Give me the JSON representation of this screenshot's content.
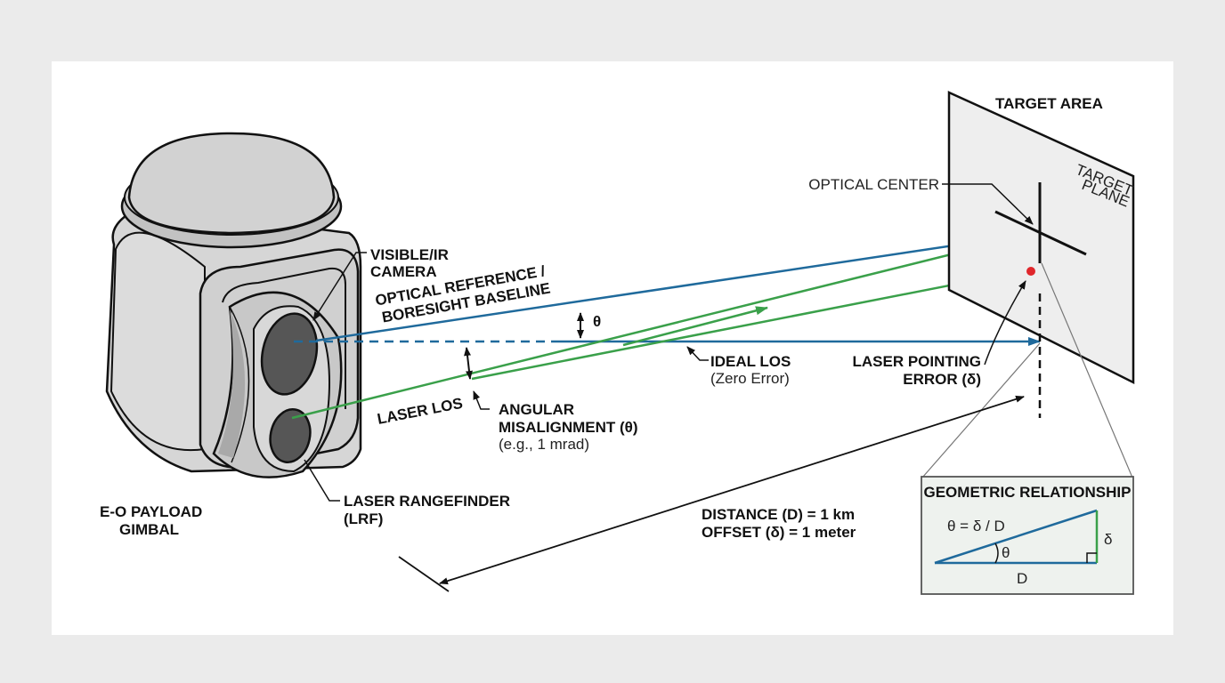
{
  "gimbal": {
    "label_line1": "E-O PAYLOAD",
    "label_line2": "GIMBAL",
    "camera_label_line1": "VISIBLE/IR",
    "camera_label_line2": "CAMERA",
    "lrf_label_line1": "LASER RANGEFINDER",
    "lrf_label_line2": "(LRF)"
  },
  "beams": {
    "optical_reference_line1": "OPTICAL REFERENCE /",
    "optical_reference_line2": "BORESIGHT BASELINE",
    "theta_symbol": "θ",
    "laser_los": "LASER LOS",
    "angular_line1": "ANGULAR",
    "angular_line2": "MISALIGNMENT (θ)",
    "angular_line3": "(e.g., 1 mrad)",
    "ideal_los_line1": "IDEAL LOS",
    "ideal_los_line2": "(Zero Error)",
    "pointing_error_line1": "LASER POINTING",
    "pointing_error_line2": "ERROR (δ)"
  },
  "target": {
    "title": "TARGET AREA",
    "plane_line1": "TARGET",
    "plane_line2": "PLANE",
    "optical_center": "OPTICAL CENTER"
  },
  "distance": {
    "line1": "DISTANCE (D) = 1 km",
    "line2": "OFFSET (δ) = 1 meter"
  },
  "geometry": {
    "title": "GEOMETRIC RELATIONSHIP",
    "formula": "θ = δ / D",
    "angle": "θ",
    "opposite": "δ",
    "adjacent": "D"
  },
  "colors": {
    "blue": "#1f6a9c",
    "green": "#3aa04a",
    "red": "#e0262b",
    "gimbal_gray": "#d4d4d4",
    "lens_dark": "#555555",
    "plane_gray": "#eeeeee",
    "inset_bg": "#eef2ee"
  }
}
